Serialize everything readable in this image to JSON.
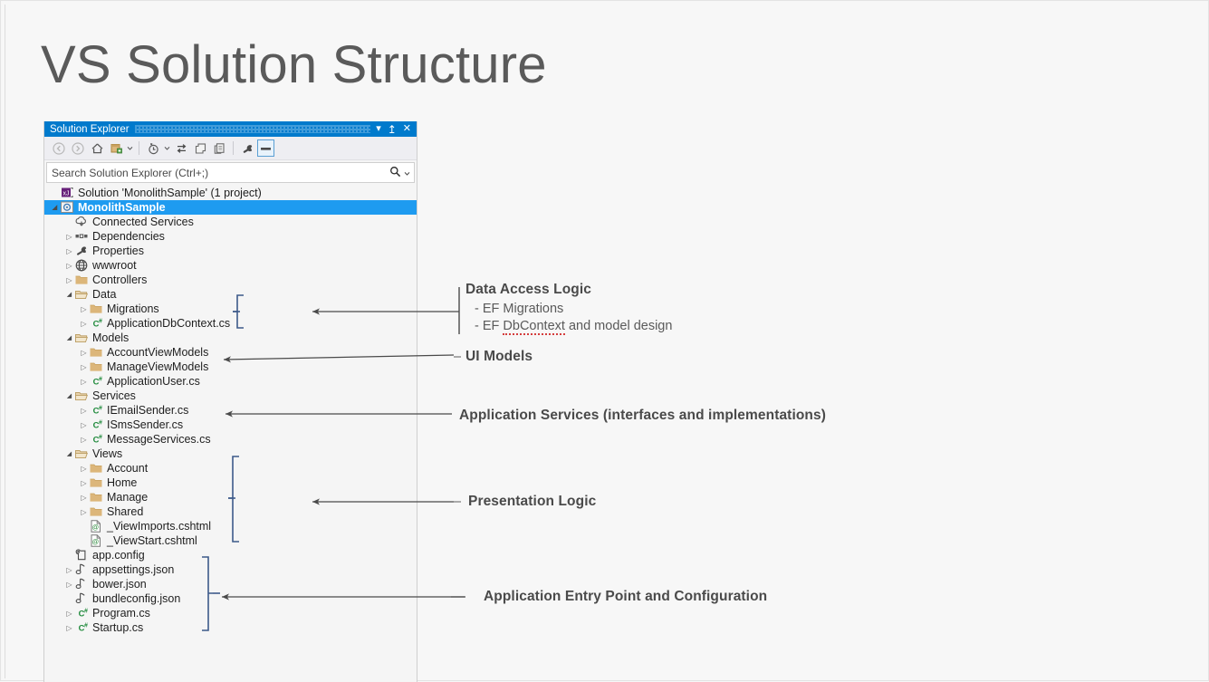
{
  "page": {
    "title": "VS Solution Structure"
  },
  "solution_explorer": {
    "window_title": "Solution Explorer",
    "titlebar_buttons": [
      {
        "name": "window-menu-chevron",
        "glyph": "▾"
      },
      {
        "name": "auto-hide-pin",
        "glyph": "↥"
      },
      {
        "name": "close",
        "glyph": "✕"
      }
    ],
    "toolbar": [
      {
        "name": "back-icon",
        "tip": "Back"
      },
      {
        "name": "forward-icon",
        "tip": "Forward"
      },
      {
        "name": "home-icon",
        "tip": "Home"
      },
      {
        "name": "add-new-item-icon",
        "tip": "Add New Item"
      },
      {
        "name": "add-new-item-dropdown-icon",
        "tip": "Add New Item Options"
      },
      {
        "name": "pending-changes-filter-icon",
        "tip": "Pending Changes Filter"
      },
      {
        "name": "pending-changes-dropdown-icon",
        "tip": "Filter Options"
      },
      {
        "name": "sync-with-active-document-icon",
        "tip": "Sync with Active Document"
      },
      {
        "name": "refresh-icon",
        "tip": "Refresh"
      },
      {
        "name": "collapse-all-icon",
        "tip": "Collapse All"
      },
      {
        "name": "show-all-files-icon",
        "tip": "Show All Files"
      },
      {
        "name": "properties-wrench-icon",
        "tip": "Properties"
      },
      {
        "name": "preview-selected-items-icon",
        "tip": "Preview Selected Items"
      }
    ],
    "search": {
      "placeholder": "Search Solution Explorer (Ctrl+;)",
      "icon": "search-magnifier-icon",
      "dropdown": "search-options-chevron-icon"
    },
    "tree": [
      {
        "label": "Solution 'MonolithSample' (1 project)",
        "indent": 0,
        "expander": "none",
        "icon": "solution-icon",
        "selected": false
      },
      {
        "label": "MonolithSample",
        "indent": 0,
        "expander": "open",
        "icon": "project-icon",
        "selected": true
      },
      {
        "label": "Connected Services",
        "indent": 1,
        "expander": "none",
        "icon": "connected-services-icon",
        "selected": false
      },
      {
        "label": "Dependencies",
        "indent": 1,
        "expander": "closed",
        "icon": "dependencies-icon",
        "selected": false
      },
      {
        "label": "Properties",
        "indent": 1,
        "expander": "closed",
        "icon": "properties-wrench-icon",
        "selected": false
      },
      {
        "label": "wwwroot",
        "indent": 1,
        "expander": "closed",
        "icon": "globe-icon",
        "selected": false
      },
      {
        "label": "Controllers",
        "indent": 1,
        "expander": "closed",
        "icon": "folder-closed-icon",
        "selected": false
      },
      {
        "label": "Data",
        "indent": 1,
        "expander": "open",
        "icon": "folder-open-icon",
        "selected": false
      },
      {
        "label": "Migrations",
        "indent": 2,
        "expander": "closed",
        "icon": "folder-closed-icon",
        "selected": false
      },
      {
        "label": "ApplicationDbContext.cs",
        "indent": 2,
        "expander": "closed",
        "icon": "csharp-file-icon",
        "selected": false
      },
      {
        "label": "Models",
        "indent": 1,
        "expander": "open",
        "icon": "folder-open-icon",
        "selected": false
      },
      {
        "label": "AccountViewModels",
        "indent": 2,
        "expander": "closed",
        "icon": "folder-closed-icon",
        "selected": false
      },
      {
        "label": "ManageViewModels",
        "indent": 2,
        "expander": "closed",
        "icon": "folder-closed-icon",
        "selected": false
      },
      {
        "label": "ApplicationUser.cs",
        "indent": 2,
        "expander": "closed",
        "icon": "csharp-file-icon",
        "selected": false
      },
      {
        "label": "Services",
        "indent": 1,
        "expander": "open",
        "icon": "folder-open-icon",
        "selected": false
      },
      {
        "label": "IEmailSender.cs",
        "indent": 2,
        "expander": "closed",
        "icon": "csharp-file-icon",
        "selected": false
      },
      {
        "label": "ISmsSender.cs",
        "indent": 2,
        "expander": "closed",
        "icon": "csharp-file-icon",
        "selected": false
      },
      {
        "label": "MessageServices.cs",
        "indent": 2,
        "expander": "closed",
        "icon": "csharp-file-icon",
        "selected": false
      },
      {
        "label": "Views",
        "indent": 1,
        "expander": "open",
        "icon": "folder-open-icon",
        "selected": false
      },
      {
        "label": "Account",
        "indent": 2,
        "expander": "closed",
        "icon": "folder-closed-icon",
        "selected": false
      },
      {
        "label": "Home",
        "indent": 2,
        "expander": "closed",
        "icon": "folder-closed-icon",
        "selected": false
      },
      {
        "label": "Manage",
        "indent": 2,
        "expander": "closed",
        "icon": "folder-closed-icon",
        "selected": false
      },
      {
        "label": "Shared",
        "indent": 2,
        "expander": "closed",
        "icon": "folder-closed-icon",
        "selected": false
      },
      {
        "label": "_ViewImports.cshtml",
        "indent": 2,
        "expander": "none",
        "icon": "cshtml-file-icon",
        "selected": false
      },
      {
        "label": "_ViewStart.cshtml",
        "indent": 2,
        "expander": "none",
        "icon": "cshtml-file-icon",
        "selected": false
      },
      {
        "label": "app.config",
        "indent": 1,
        "expander": "none",
        "icon": "config-file-icon",
        "selected": false
      },
      {
        "label": "appsettings.json",
        "indent": 1,
        "expander": "closed",
        "icon": "json-file-icon",
        "selected": false
      },
      {
        "label": "bower.json",
        "indent": 1,
        "expander": "closed",
        "icon": "json-file-icon",
        "selected": false
      },
      {
        "label": "bundleconfig.json",
        "indent": 1,
        "expander": "none",
        "icon": "json-file-icon",
        "selected": false
      },
      {
        "label": "Program.cs",
        "indent": 1,
        "expander": "closed",
        "icon": "csharp-file-icon",
        "selected": false
      },
      {
        "label": "Startup.cs",
        "indent": 1,
        "expander": "closed",
        "icon": "csharp-file-icon",
        "selected": false
      }
    ]
  },
  "annotations": [
    {
      "id": "data-access-logic",
      "title": "Data Access Logic",
      "lines": [
        "- EF Migrations",
        "- EF DbContext and model design"
      ],
      "misspelled": "DbContext"
    },
    {
      "id": "ui-models",
      "title": "UI Models",
      "lines": []
    },
    {
      "id": "application-services",
      "title": "Application Services (interfaces and implementations)",
      "lines": []
    },
    {
      "id": "presentation-logic",
      "title": "Presentation Logic",
      "lines": []
    },
    {
      "id": "application-entry-point",
      "title": "Application Entry Point and Configuration",
      "lines": []
    }
  ],
  "colors": {
    "titlebar_blue": "#007acc",
    "selection_blue": "#1e9bf0",
    "brace_blue": "#3d5a8a",
    "arrow_gray": "#4a4a4a",
    "folder_tan": "#dcb67a",
    "csharp_green": "#1f8a3b",
    "background": "#f7f7f7"
  }
}
